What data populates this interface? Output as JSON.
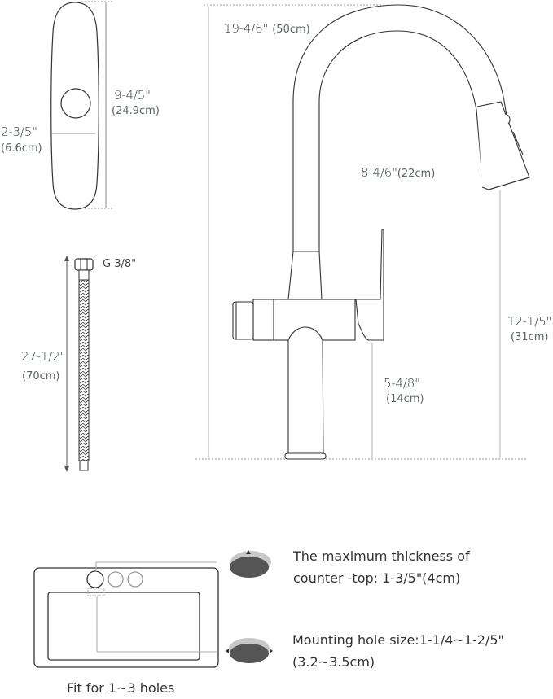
{
  "deck_plate": {
    "height_in": "9-4/5\"",
    "height_cm": "(24.9cm)",
    "width_in": "2-3/5\"",
    "width_cm": "(6.6cm)"
  },
  "hose": {
    "thread": "G 3/8\"",
    "length_in": "27-1/2\"",
    "length_cm": "(70cm)"
  },
  "faucet": {
    "total_height": "19-4/6\"",
    "total_height_cm": "(50cm)",
    "reach": "8-4/6\"",
    "reach_cm": "(22cm)",
    "spout_height_in": "12-1/5\"",
    "spout_height_cm": "(31cm)",
    "handle_height_in": "5-4/8\"",
    "handle_height_cm": "(14cm)"
  },
  "sink": {
    "caption": "Fit for 1~3 holes",
    "thickness_line1": "The maximum thickness of",
    "thickness_line2": "counter -top: 1-3/5\"(4cm)",
    "hole_line1": "Mounting hole size:1-1/4~1-2/5\"",
    "hole_line2": "(3.2~3.5cm)"
  },
  "colors": {
    "label_text": "#2f3d36",
    "line": "#333333",
    "dim_line": "#9aa39e",
    "disc_dark": "#555555",
    "disc_light": "#c8c8c8"
  }
}
